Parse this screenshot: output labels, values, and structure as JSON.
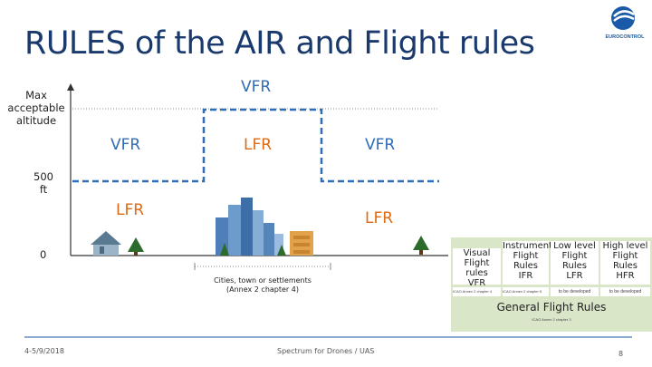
{
  "title": "RULES of the AIR and Flight rules",
  "y_axis": {
    "top_label": [
      "Max",
      "acceptable",
      "altitude"
    ],
    "mid_label": [
      "500",
      "ft"
    ],
    "bottom_label": "0"
  },
  "zones": {
    "top_center": "VFR",
    "mid_left": "VFR",
    "mid_center": "LFR",
    "mid_right": "VFR",
    "low_left": "LFR",
    "low_right": "LFR"
  },
  "caption": [
    "Cities, town or settlements",
    "(Annex 2 chapter 4)"
  ],
  "table": {
    "columns": [
      {
        "label": [
          "Visual",
          "Flight rules",
          "VFR"
        ],
        "note": "ICAO Annex 2 chapter 4"
      },
      {
        "label": [
          "Instrument",
          "Flight",
          "Rules",
          "IFR"
        ],
        "note": "ICAO Annex 2 chapter 5"
      },
      {
        "label": [
          "Low level",
          "Flight",
          "Rules",
          "LFR"
        ],
        "note": "to be developed"
      },
      {
        "label": [
          "High level",
          "Flight",
          "Rules",
          "HFR"
        ],
        "note": "to be developed"
      }
    ],
    "general": "General Flight Rules",
    "general_note": "ICAO Annex 2 chapter 3"
  },
  "footer": {
    "date": "4-5/9/2018",
    "center": "Spectrum for Drones / UAS",
    "page": "8"
  },
  "logo_text": "EUROCONTROL",
  "colors": {
    "title": "#1a3a6e",
    "vfr": "#2f6db5",
    "lfr": "#e06a14",
    "dashed_line": "#2f6db5",
    "table_bg": "#d9e6c8"
  }
}
